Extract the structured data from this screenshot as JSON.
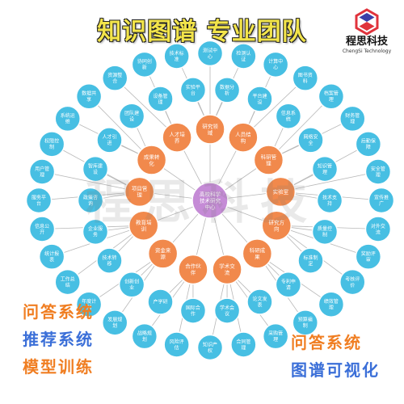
{
  "header": {
    "title": "知识图谱  专业团队",
    "logo": {
      "name": "程思科技",
      "subtitle": "ChengSi Technology",
      "icon": "hexagon-s-logo-icon"
    }
  },
  "watermark": {
    "text": "程思科技"
  },
  "features_left": [
    {
      "label": "问答系统",
      "color": "#f07e22"
    },
    {
      "label": "推荐系统",
      "color": "#3b6fd8"
    },
    {
      "label": "模型训练",
      "color": "#f07e22"
    }
  ],
  "features_right": [
    {
      "label": "问答系统",
      "color": "#f07e22"
    },
    {
      "label": "图谱可视化",
      "color": "#3b6fd8"
    }
  ],
  "graph": {
    "colors": {
      "center": "#c58bd6",
      "orange": "#f1894c",
      "blue": "#47bfe3",
      "edge": "#b8b8b8"
    },
    "center_label": "高校科学技术研究中心",
    "orange_nodes": [
      "研究领域",
      "人员结构",
      "科研管理",
      "实验室",
      "研究方向",
      "科研成果",
      "学术交流",
      "合作伙伴",
      "资金来源",
      "教育培训",
      "项目管理",
      "成果转化",
      "人才培养"
    ],
    "blue_nodes": [
      "数据分析",
      "平台建设",
      "信息系统",
      "网络安全",
      "知识管理",
      "技术支持",
      "质量控制",
      "标准制定",
      "专利申请",
      "论文发表",
      "学术会议",
      "国际合作",
      "产学研",
      "创新创业",
      "技术转移",
      "企业服务",
      "政策咨询",
      "智库建设",
      "人才引进",
      "团队建设",
      "设备管理",
      "实验平台",
      "测试中心",
      "检测认证",
      "计算中心",
      "图书资料",
      "档案管理",
      "财务管理",
      "后勤保障",
      "安全管理",
      "宣传推广",
      "对外交流",
      "奖励评审",
      "考核评价",
      "绩效管理",
      "预算编制",
      "采购管理",
      "合同管理",
      "知识产权",
      "风险评估",
      "战略规划",
      "发展规划",
      "年度计划",
      "工作总结",
      "统计报表",
      "信息公开",
      "服务平台",
      "用户管理",
      "权限控制",
      "系统运维",
      "数据共享",
      "资源整合",
      "协同创新",
      "技术标准"
    ]
  }
}
